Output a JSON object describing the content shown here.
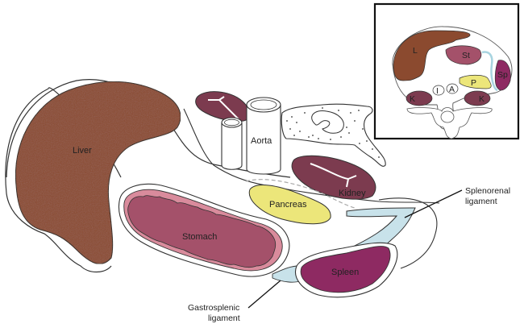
{
  "figure": {
    "title": "Splenic ligaments and surrounding abdominal organs",
    "colors": {
      "liver": "#8b4a2f",
      "stomach": "#a4516a",
      "stomach_mucosa_rim": "#d98b9c",
      "spleen": "#8e2a62",
      "kidney": "#7c3b4f",
      "pancreas": "#ece67a",
      "ligament": "#c8e2ea",
      "outline": "#333333"
    }
  },
  "organs": {
    "liver": "Liver",
    "aorta": "Aorta",
    "kidney": "Kidney",
    "pancreas": "Pancreas",
    "stomach": "Stomach",
    "spleen": "Spleen"
  },
  "callouts": {
    "splenorenal_line1": "Splenorenal",
    "splenorenal_line2": "ligament",
    "gastrosplenic_line1": "Gastrosplenic",
    "gastrosplenic_line2": "ligament"
  },
  "inset": {
    "liver": "L",
    "stomach": "St",
    "spleen": "Sp",
    "pancreas": "P",
    "ivc": "I",
    "aorta": "A",
    "kidney_left": "K",
    "kidney_right": "K"
  }
}
